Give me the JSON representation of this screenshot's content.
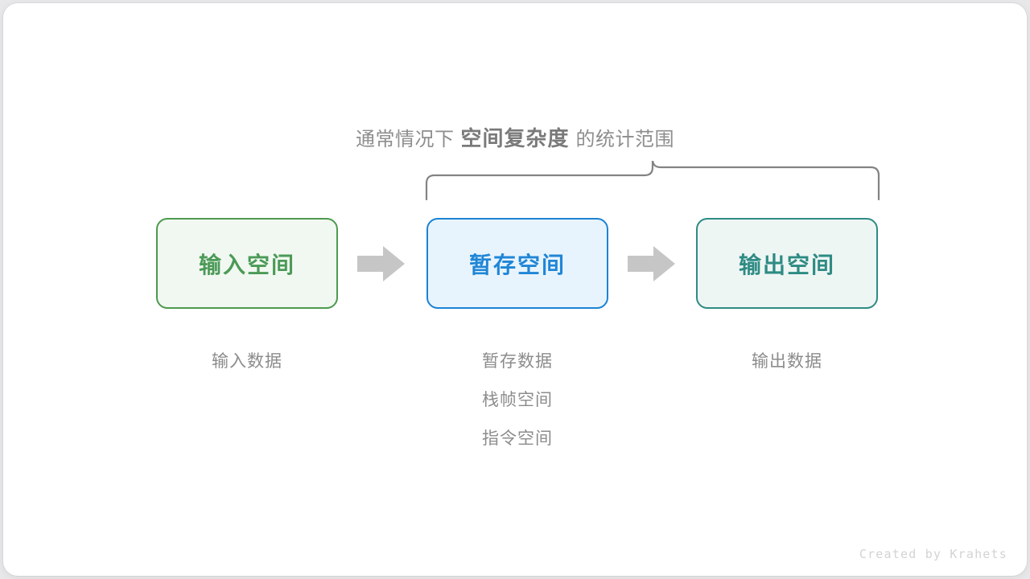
{
  "canvas": {
    "background_color": "#e8e8ea",
    "card_color": "#ffffff"
  },
  "caption": {
    "prefix": "通常情况下",
    "emphasis": "空间复杂度",
    "suffix": "的统计范围",
    "color": "#8a8a8a"
  },
  "brace": {
    "name": "scope-brace",
    "color": "#808080",
    "spans_boxes": [
      "暂存空间",
      "输出空间"
    ]
  },
  "boxes": [
    {
      "id": "input",
      "label": "输入空间",
      "border_color": "#4d9a4f",
      "fill_color": "#f1f8f1",
      "text_color": "#4b9a57"
    },
    {
      "id": "temp",
      "label": "暂存空间",
      "border_color": "#1b83d4",
      "fill_color": "#e8f4fd",
      "text_color": "#2086d6"
    },
    {
      "id": "output",
      "label": "输出空间",
      "border_color": "#2e8b83",
      "fill_color": "#eef6f4",
      "text_color": "#2e8b83"
    }
  ],
  "arrows": [
    {
      "id": "arrow-1",
      "from": "input",
      "to": "temp",
      "color": "#c6c6c6"
    },
    {
      "id": "arrow-2",
      "from": "temp",
      "to": "output",
      "color": "#c6c6c6"
    }
  ],
  "labels": {
    "input": [
      "输入数据"
    ],
    "temp": [
      "暂存数据",
      "栈帧空间",
      "指令空间"
    ],
    "output": [
      "输出数据"
    ],
    "color": "#8c8c8c"
  },
  "credit": {
    "text": "Created by Krahets",
    "color": "#d3d3d3"
  },
  "chart_data": {
    "type": "diagram",
    "title": "空间复杂度的统计范围",
    "nodes": [
      {
        "label": "输入空间",
        "sublabels": [
          "输入数据"
        ],
        "in_scope": false
      },
      {
        "label": "暂存空间",
        "sublabels": [
          "暂存数据",
          "栈帧空间",
          "指令空间"
        ],
        "in_scope": true
      },
      {
        "label": "输出空间",
        "sublabels": [
          "输出数据"
        ],
        "in_scope": true
      }
    ],
    "edges": [
      {
        "from": "输入空间",
        "to": "暂存空间"
      },
      {
        "from": "暂存空间",
        "to": "输出空间"
      }
    ],
    "annotation": "通常情况下 空间复杂度 的统计范围"
  }
}
